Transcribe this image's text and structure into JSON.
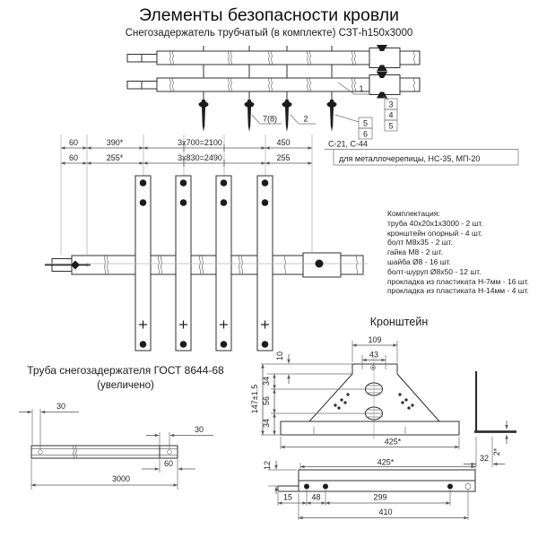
{
  "title": "Элементы безопасности кровли",
  "subtitle": "Снегозадержатель трубчатый (в комплекте) СЗТ-h150x3000",
  "colors": {
    "drawing_line": "#2f2f2f",
    "dim_line": "#555555",
    "construction_line": "#b5b5b5",
    "text": "#1f1f1f",
    "background": "#ffffff"
  },
  "top_view": {
    "labels": {
      "l1": "1",
      "l2": "2",
      "l3": "3",
      "l4": "4",
      "l5": "5",
      "l5b": "5",
      "l6": "6",
      "l78": "7(8)"
    }
  },
  "dim_table": {
    "row1": {
      "c1": "60",
      "c2": "390*",
      "c3": "3x700=2100",
      "c4": "450",
      "note": "С-21, С-44"
    },
    "row2": {
      "c1": "60",
      "c2": "255*",
      "c3": "3x830=2490",
      "c4": "255",
      "note": "для металлочерепицы, НС-35, МП-20"
    }
  },
  "parts_list": {
    "heading": "Комплектация:",
    "items": [
      "труба 40х20х1х3000 - 2 шт.",
      "кронштейн опорный - 4 шт.",
      "болт М8х35 - 2 шт.",
      "гайка М8 - 2 шт.",
      "шайба Ø8 - 16 шт.",
      "болт-шуруп Ø8х50 - 12 шт.",
      "прокладка из пластиката Н-7мм - 16 шт.",
      "прокладка из пластиката Н-14мм - 4 шт."
    ]
  },
  "bracket_view": {
    "title": "Кронштейн",
    "dims": {
      "w_top": "109",
      "w_slot": "43",
      "h_offset": "10",
      "h1": "34",
      "h2": "56",
      "h3": "34",
      "h_total": "147±1.5",
      "base_front": "425*",
      "base_plan": "425*",
      "flange": "32",
      "thickness": "2*",
      "plan_height": "12",
      "m1": "15",
      "m2": "48",
      "m3": "299",
      "m4": "410"
    }
  },
  "tube_view": {
    "title": "Труба снегозадержателя ГОСТ 8644-68",
    "subtitle": "(увеличено)",
    "dims": {
      "hole_left": "30",
      "hole_right": "30",
      "seg": "60",
      "length": "3000"
    }
  }
}
